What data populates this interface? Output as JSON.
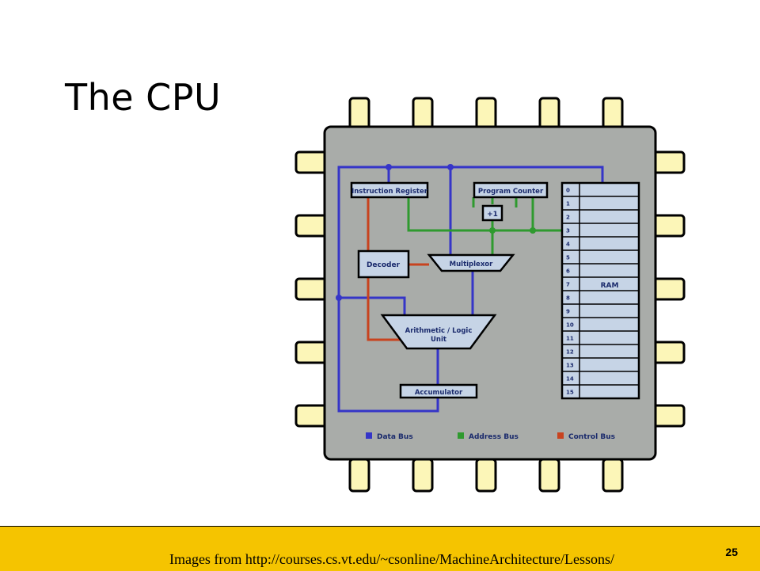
{
  "slide": {
    "title": "The CPU",
    "footer_credit": "Images  from http://courses.cs.vt.edu/~csonline/MachineArchitecture/Lessons/",
    "page_number": "25"
  },
  "diagram": {
    "components": {
      "instruction_register": "Instruction Register",
      "program_counter": "Program Counter",
      "increment": "+1",
      "decoder": "Decoder",
      "multiplexor": "Multiplexor",
      "alu_line1": "Arithmetic / Logic",
      "alu_line2": "Unit",
      "accumulator": "Accumulator",
      "ram": "RAM"
    },
    "ram_addresses": [
      "0",
      "1",
      "2",
      "3",
      "4",
      "5",
      "6",
      "7",
      "8",
      "9",
      "10",
      "11",
      "12",
      "13",
      "14",
      "15"
    ],
    "legend": [
      {
        "label": "Data Bus",
        "color": "#3535c8"
      },
      {
        "label": "Address Bus",
        "color": "#2f9a2f"
      },
      {
        "label": "Control Bus",
        "color": "#c8431f"
      }
    ],
    "colors": {
      "chip_body": "#a9aca9",
      "pin": "#fcf6b8",
      "component_fill": "#c6d4e6",
      "data_bus": "#3535c8",
      "address_bus": "#2f9a2f",
      "control_bus": "#c8431f",
      "footer": "#f5c400"
    }
  }
}
